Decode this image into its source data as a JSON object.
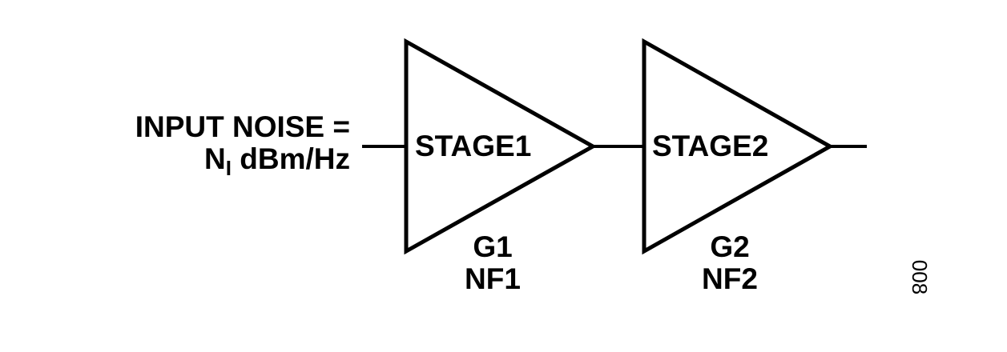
{
  "input": {
    "line1": "INPUT NOISE =",
    "symbol": "N",
    "subscript": "I",
    "unit": " dBm/Hz"
  },
  "stages": [
    {
      "name": "STAGE1",
      "gain": "G1",
      "noise_figure": "NF1"
    },
    {
      "name": "STAGE2",
      "gain": "G2",
      "noise_figure": "NF2"
    }
  ],
  "figure_number": "008",
  "colors": {
    "stroke": "#000000",
    "background": "#ffffff"
  }
}
